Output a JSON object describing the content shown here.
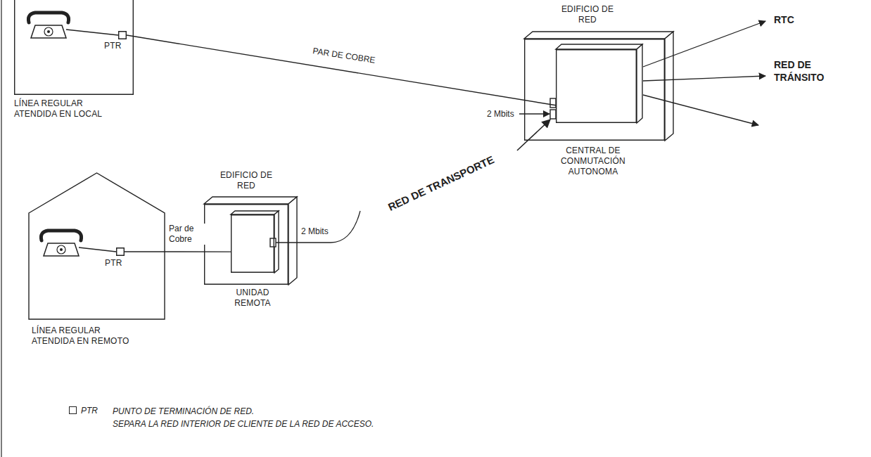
{
  "diagram": {
    "nodes": [
      {
        "text": [
          "LÍNEA REGULAR ATENDIDA EN LOCAL"
        ]
      },
      {
        "text": [
          "PTR"
        ],
        "in": 0
      },
      {
        "text": [
          "EDIFICIO DE RED"
        ]
      },
      {
        "text": [
          "CENTRAL DE CONMUTACIÓN AUTONOMA"
        ],
        "in": 2
      },
      {
        "text": [
          "LÍNEA REGULAR ATENDIDA EN REMOTO"
        ]
      },
      {
        "text": [
          "PTR"
        ],
        "in": 4
      },
      {
        "text": [
          "EDIFICIO DE RED"
        ]
      },
      {
        "text": [
          "UNIDAD REMOTA"
        ],
        "in": 6
      }
    ],
    "edges": [
      {
        "from": 1,
        "to": 3,
        "label": "PAR DE COBRE",
        "arrow": "none"
      },
      {
        "from": 5,
        "to": 7,
        "label": "Par de Cobre",
        "arrow": "none"
      }
    ],
    "labels": [
      "2 Mbits",
      "2 Mbits",
      "RED DE TRANSPORTE",
      "RTC",
      "RED DE TRÁNSITO",
      "PUNTO DE TERMINACIÓN DE RED.",
      "SEPARA LA RED INTERIOR DE CLIENTE DE LA RED DE ACCESO."
    ],
    "legend": [
      {
        "text": "PTR"
      }
    ]
  }
}
